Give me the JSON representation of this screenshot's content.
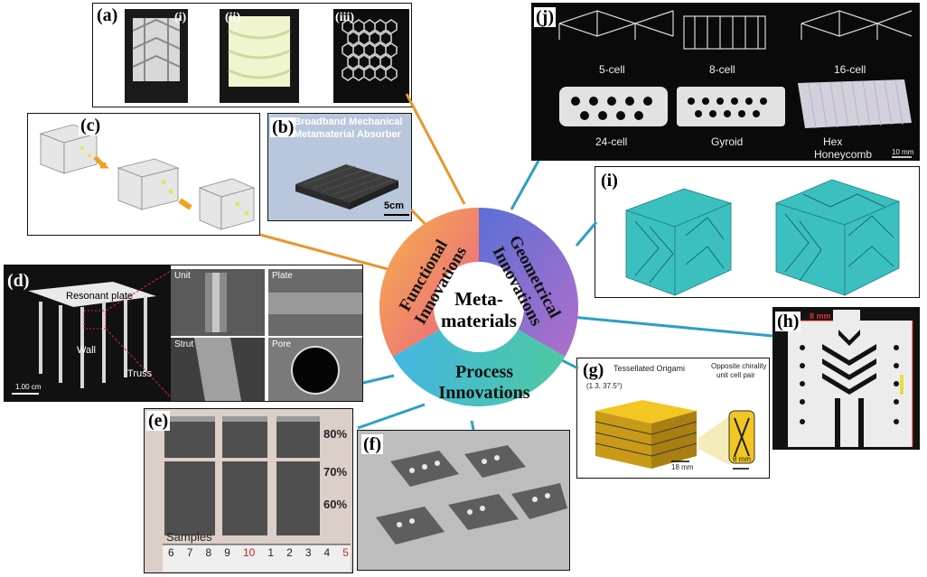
{
  "hub": {
    "center": [
      "Meta-",
      "materials"
    ],
    "functional": [
      "Functional",
      "Innovations"
    ],
    "geometrical": [
      "Geometrical",
      "Innovations"
    ],
    "process": [
      "Process",
      "Innovations"
    ]
  },
  "colors": {
    "functional": "#f39a3d",
    "geometrical": "#7b74d4",
    "process": "#3aa9c8",
    "connector_orange": "#e8962e",
    "connector_teal": "#2f9fc4"
  },
  "panels": {
    "a": {
      "label": "(a)",
      "subs": [
        "(i)",
        "(ii)",
        "(iii)"
      ]
    },
    "b": {
      "label": "(b)",
      "title": [
        "Broadband Mechanical",
        "Metamaterial Absorber"
      ],
      "scale": "5cm"
    },
    "c": {
      "label": "(c)"
    },
    "d": {
      "label": "(d)",
      "callouts": [
        "Resonant plate",
        "Wall",
        "Truss"
      ],
      "insets": [
        "Unit",
        "Plate",
        "Strut",
        "Pore"
      ],
      "scale": "1.00 cm"
    },
    "e": {
      "label": "(e)",
      "percents": [
        "80%",
        "70%",
        "60%"
      ],
      "samples": "Samples",
      "ruler": [
        "6",
        "7",
        "8",
        "9",
        "10",
        "1",
        "2",
        "3",
        "4",
        "5"
      ]
    },
    "f": {
      "label": "(f)"
    },
    "g": {
      "label": "(g)",
      "title": "Tessellated Origami",
      "coords": "(1.3, 37.5°)",
      "side": [
        "Opposite chirality",
        "unit cell pair"
      ],
      "scale1": "18 mm",
      "scale2": "8 mm"
    },
    "h": {
      "label": "(h)",
      "scale": "8 mm"
    },
    "i": {
      "label": "(i)"
    },
    "j": {
      "label": "(j)",
      "cells": [
        "5-cell",
        "8-cell",
        "16-cell",
        "24-cell",
        "Gyroid",
        "Hex",
        "Honeycomb"
      ],
      "scale": "10 mm"
    }
  }
}
